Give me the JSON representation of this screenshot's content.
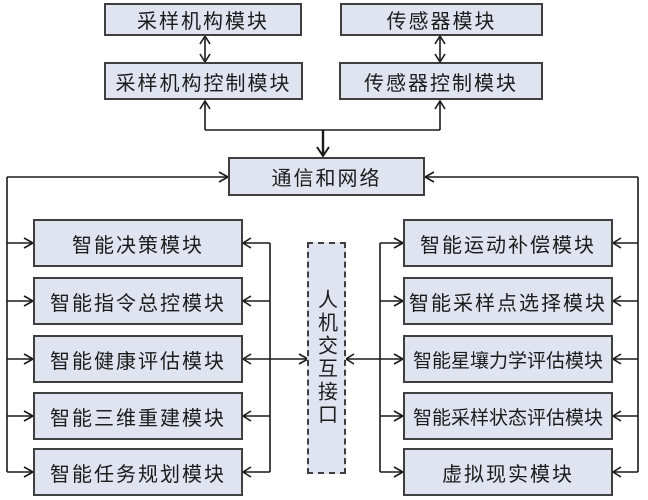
{
  "modules": {
    "top": [
      {
        "label": "采样机构模块"
      },
      {
        "label": "传感器模块"
      }
    ],
    "control": [
      {
        "label": "采样机构控制模块"
      },
      {
        "label": "传感器控制模块"
      }
    ],
    "network": {
      "label": "通信和网络"
    },
    "left": [
      {
        "label": "智能决策模块"
      },
      {
        "label": "智能指令总控模块"
      },
      {
        "label": "智能健康评估模块"
      },
      {
        "label": "智能三维重建模块"
      },
      {
        "label": "智能任务规划模块"
      }
    ],
    "right": [
      {
        "label": "智能运动补偿模块"
      },
      {
        "label": "智能采样点选择模块"
      },
      {
        "label": "智能星壤力学评估模块"
      },
      {
        "label": "智能采样状态评估模块"
      },
      {
        "label": "虚拟现实模块"
      }
    ],
    "hmi": {
      "label": "人机交互接口"
    }
  },
  "colors": {
    "box_fill": "#dfe4f0",
    "box_border": "#3f3f3f",
    "line": "#1a1a1a",
    "background": "#ffffff",
    "text": "#1c1c1c"
  }
}
